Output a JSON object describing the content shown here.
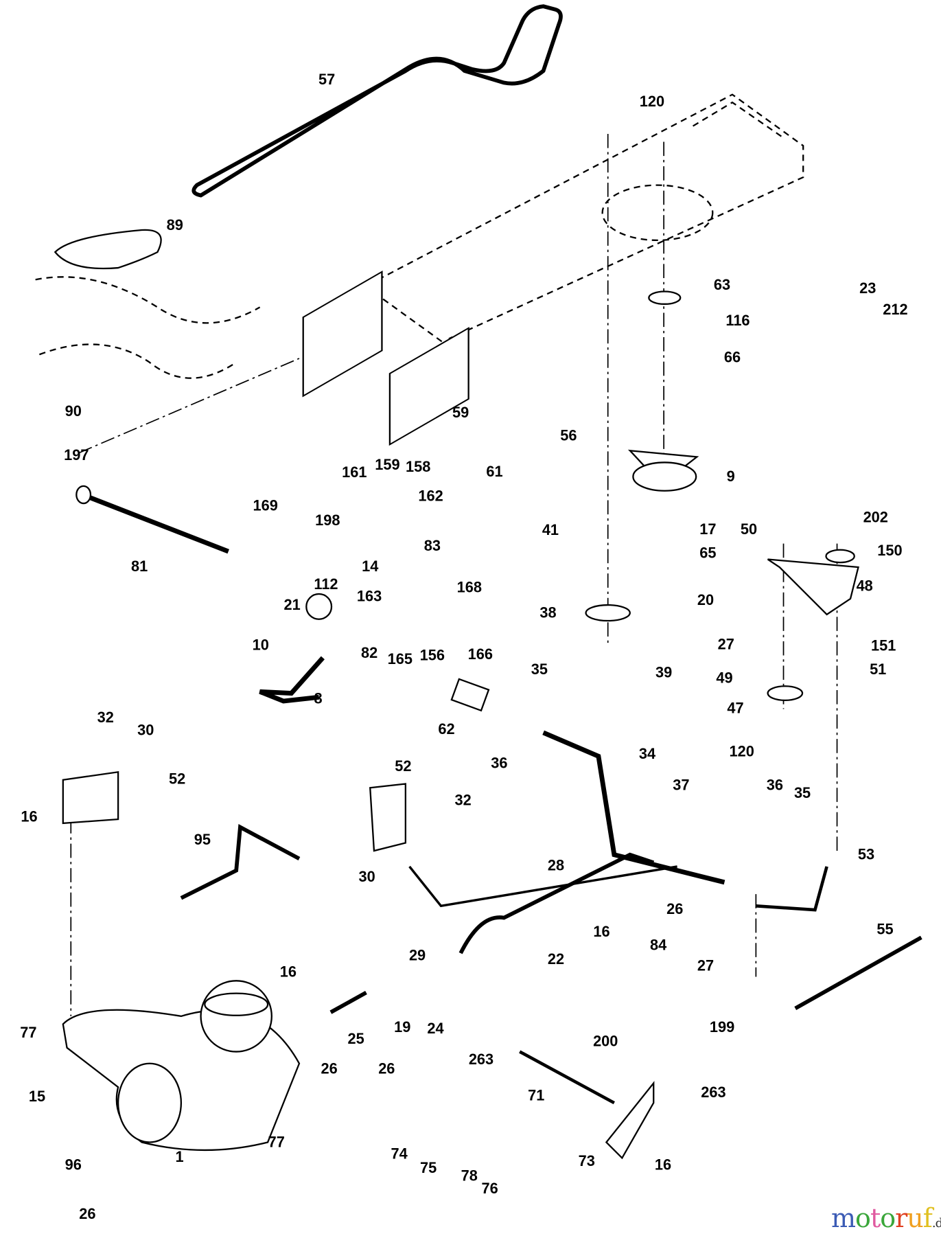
{
  "diagram": {
    "part_labels": [
      "57",
      "120",
      "89",
      "63",
      "23",
      "116",
      "212",
      "66",
      "90",
      "59",
      "56",
      "197",
      "161",
      "159",
      "158",
      "169",
      "61",
      "9",
      "162",
      "198",
      "41",
      "17",
      "50",
      "202",
      "150",
      "65",
      "83",
      "81",
      "112",
      "14",
      "163",
      "48",
      "21",
      "168",
      "20",
      "38",
      "82",
      "165",
      "156",
      "166",
      "27",
      "151",
      "10",
      "39",
      "51",
      "49",
      "8",
      "35",
      "62",
      "36",
      "47",
      "34",
      "32",
      "30",
      "52",
      "120",
      "52",
      "32",
      "37",
      "36",
      "35",
      "16",
      "95",
      "30",
      "53",
      "28",
      "26",
      "55",
      "16",
      "84",
      "27",
      "29",
      "22",
      "16",
      "19",
      "24",
      "25",
      "199",
      "77",
      "263",
      "200",
      "26",
      "26",
      "71",
      "263",
      "15",
      "77",
      "74",
      "75",
      "78",
      "76",
      "73",
      "16",
      "1",
      "96",
      "26"
    ]
  },
  "watermark": {
    "text": "motoruf",
    "suffix": ".de",
    "colors": [
      "#3b5bb5",
      "#3aa63a",
      "#e05aa0",
      "#3aa63a",
      "#e04020",
      "#f0a020",
      "#e0c020"
    ]
  }
}
